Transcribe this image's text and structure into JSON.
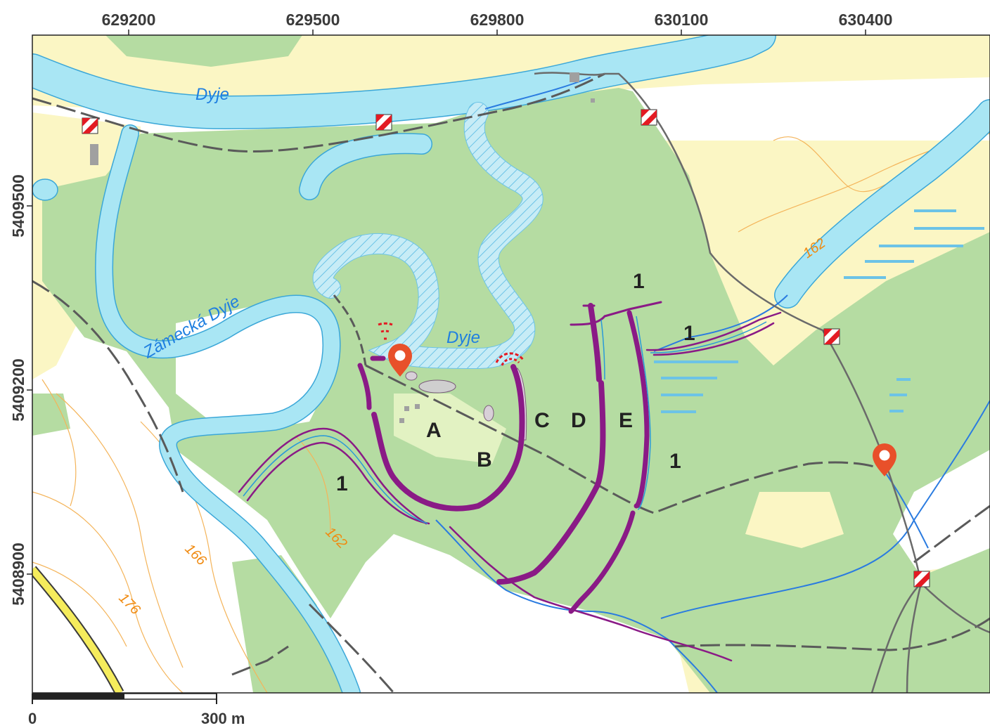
{
  "axes": {
    "x_ticks": [
      "629200",
      "629500",
      "629800",
      "630100",
      "630400"
    ],
    "y_ticks": [
      "5409500",
      "5409200",
      "5408900"
    ]
  },
  "rivers": {
    "dyje_north": "Dyje",
    "dyje_middle": "Dyje",
    "zamecka": "Zámecká Dyje"
  },
  "contours": {
    "c162_east": "162",
    "c162_south": "162",
    "c166": "166",
    "c176": "176"
  },
  "zones": {
    "A": "A",
    "B": "B",
    "C": "C",
    "D": "D",
    "E": "E"
  },
  "ditch_labels": [
    "1",
    "1",
    "1",
    "1"
  ],
  "scalebar": {
    "start": "0",
    "end": "300 m"
  },
  "colors": {
    "forest": "#b5dca2",
    "meadow": "#fbf6c4",
    "water": "#a9e6f4",
    "water_edge": "#3ba7d8",
    "stream": "#2a7be0",
    "restoration": "#8a1a86",
    "path": "#5a5a5a",
    "road": "#f5ec5c",
    "marker": "#e8502a",
    "contour": "#f4b45a"
  },
  "icons": [
    "trail-sign-icon",
    "location-pin-icon",
    "sound-emitter-icon"
  ]
}
